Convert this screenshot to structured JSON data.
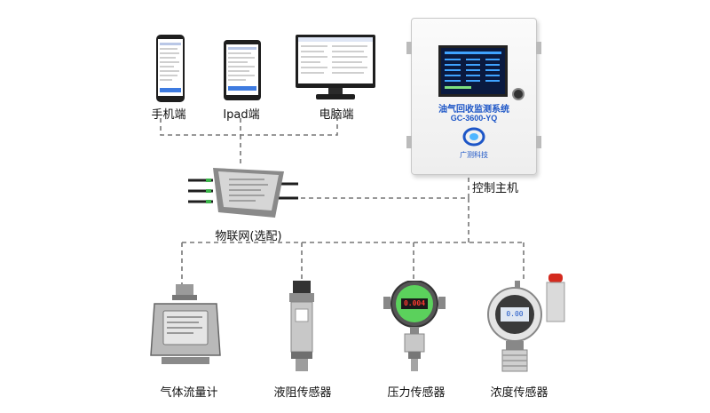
{
  "labels": {
    "phone": "手机端",
    "ipad": "Ipad端",
    "pc": "电脑端",
    "controller": "控制主机",
    "iot": "物联网(选配)",
    "flowmeter": "气体流量计",
    "liquid_sensor": "液阻传感器",
    "pressure_sensor": "压力传感器",
    "concentration_sensor": "浓度传感器"
  },
  "controller_panel": {
    "title": "油气回收监测系统",
    "model": "GC-3600-YQ",
    "brand": "广测科技"
  },
  "pressure_display": "0.004",
  "concentration_display": "0.00",
  "colors": {
    "brand_blue": "#1d56c7",
    "line": "#777777",
    "alarm_red": "#d42a1e",
    "display_red": "#ff3b2f"
  }
}
